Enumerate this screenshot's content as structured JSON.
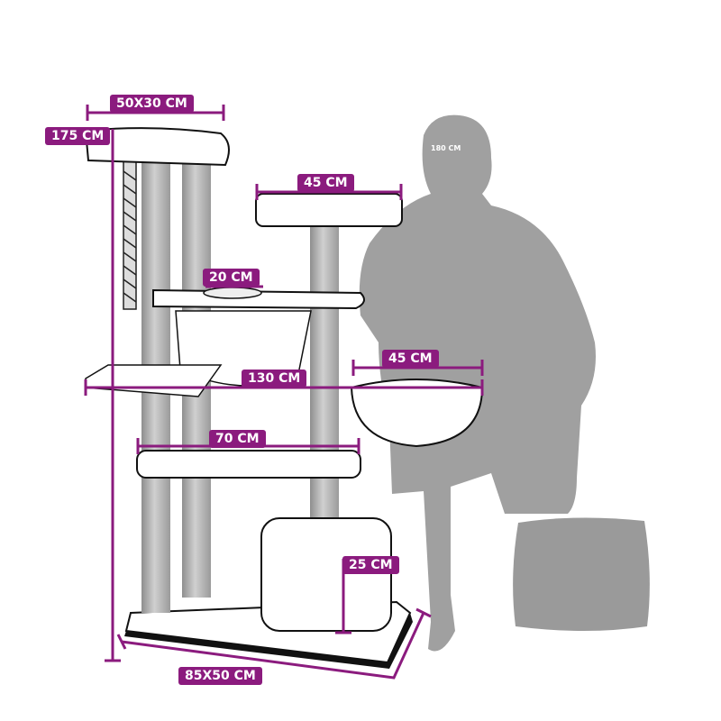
{
  "colors": {
    "accent": "#8b1b7e",
    "silhouette": "#a0a0a0",
    "post": "#b4b4b4"
  },
  "dimensions": {
    "top_platform": "50X30 CM",
    "total_height": "175 CM",
    "upper_platform_width": "45 CM",
    "bowl_diameter": "20 CM",
    "basket_width": "45 CM",
    "total_width": "130 CM",
    "middle_platform_width": "70 CM",
    "house_height": "25 CM",
    "base": "85X50 CM"
  },
  "person_height": "180 CM"
}
